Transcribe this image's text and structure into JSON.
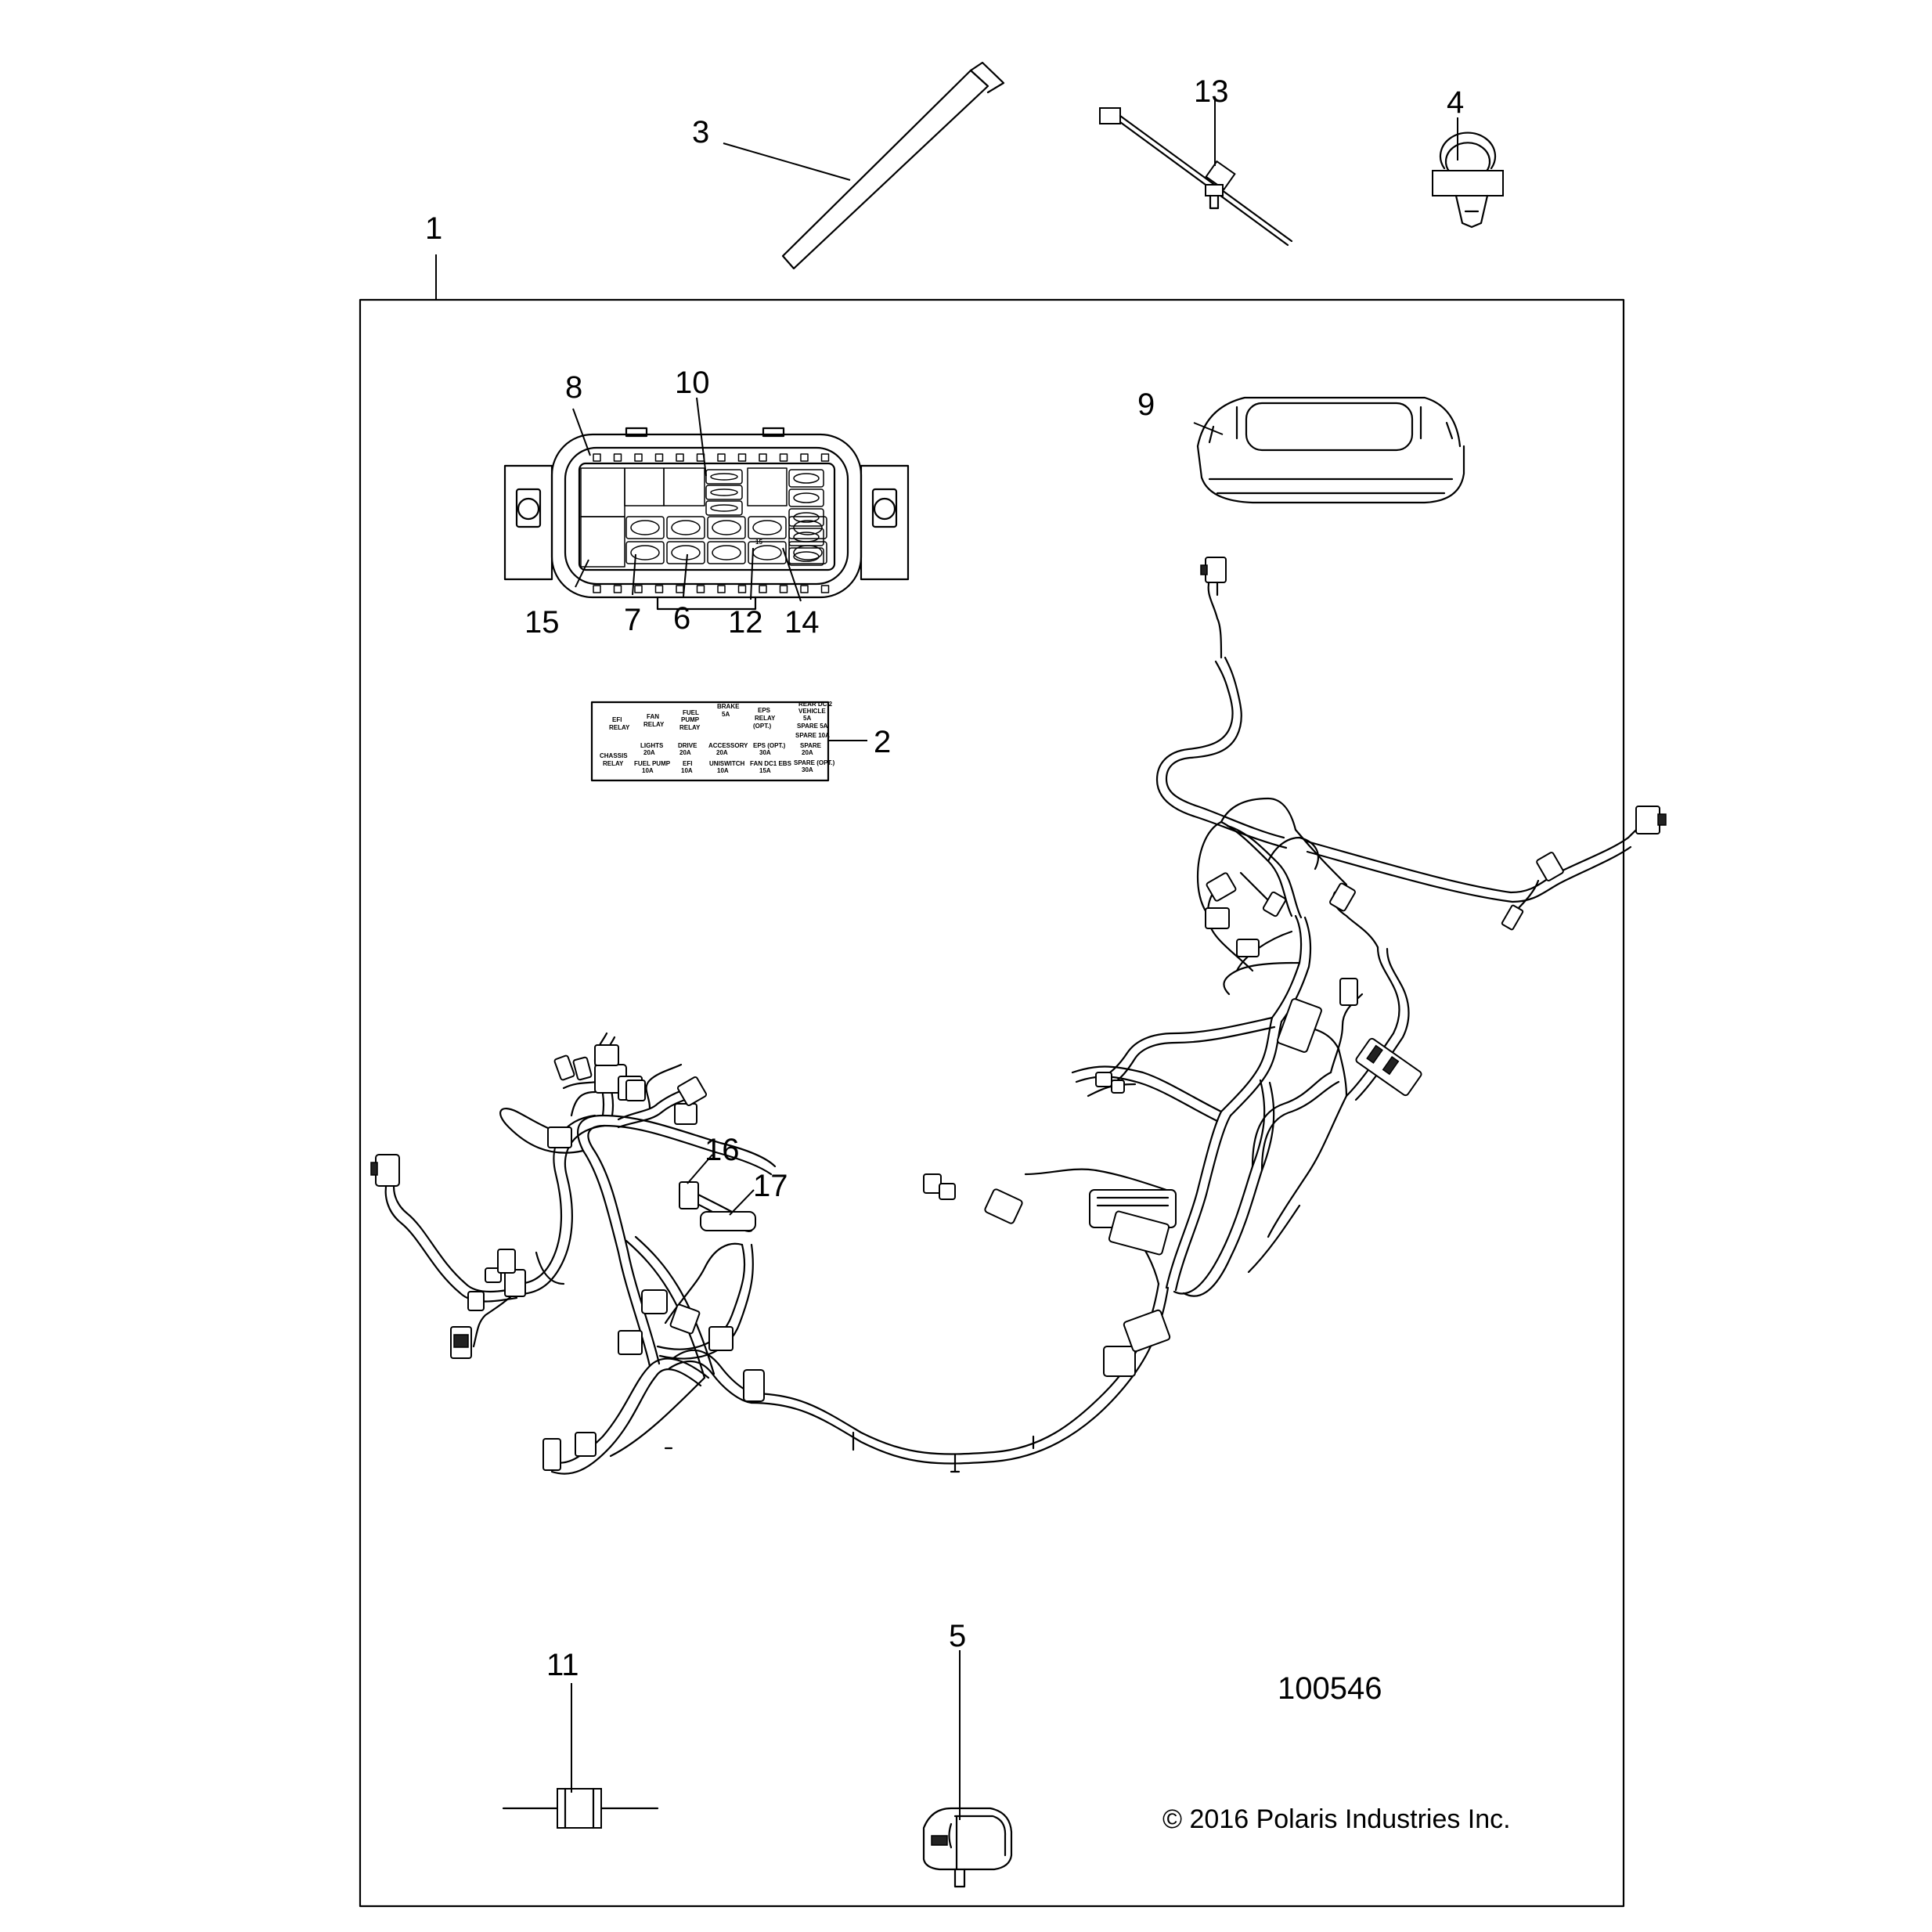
{
  "figure_number": "100546",
  "copyright": "© 2016 Polaris Industries Inc.",
  "callouts": [
    "1",
    "2",
    "3",
    "4",
    "5",
    "6",
    "7",
    "8",
    "9",
    "10",
    "11",
    "12",
    "13",
    "14",
    "15",
    "16",
    "17"
  ],
  "fuse_label": {
    "lines": [
      "EFI",
      "RELAY",
      "FAN",
      "RELAY",
      "FUEL",
      "PUMP",
      "RELAY",
      "BRAKE",
      "5A",
      "EPS",
      "RELAY",
      "(OPT.)",
      "REAR DC 2",
      "VEHICLE",
      "5A",
      "SPARE 5A",
      "SPARE 10A",
      "LIGHTS",
      "20A",
      "DRIVE",
      "20A",
      "ACCESSORY",
      "20A",
      "EPS (OPT.)",
      "30A",
      "SPARE",
      "20A",
      "CHASSIS",
      "RELAY",
      "FUEL PUMP",
      "10A",
      "EFI",
      "10A",
      "UNISWITCH",
      "10A",
      "FAN DC1 EBS",
      "15A",
      "SPARE (OPT.)",
      "30A"
    ]
  },
  "fuse_box_marks": [
    "15"
  ]
}
